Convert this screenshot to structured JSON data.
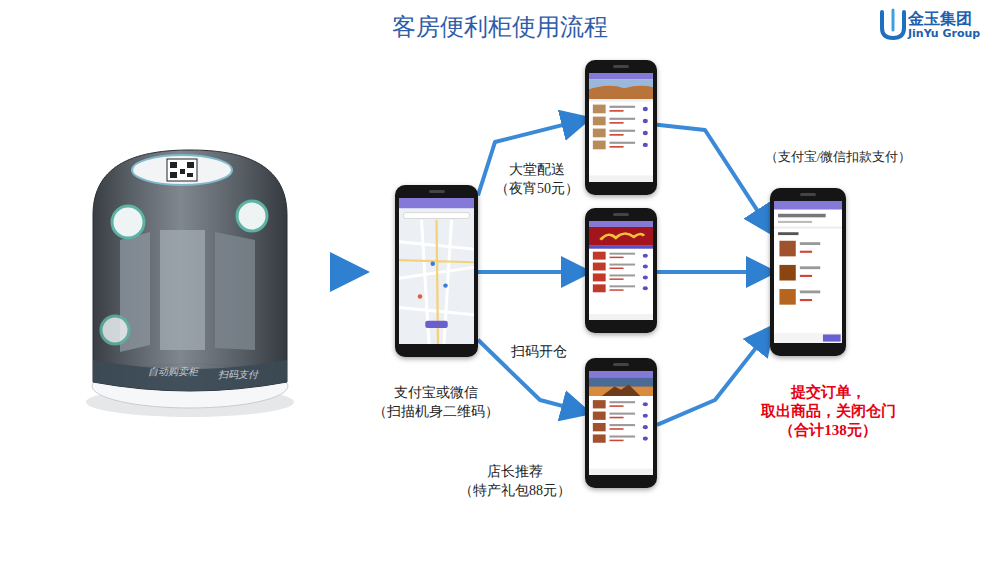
{
  "diagram": {
    "title": "客房便利柜使用流程",
    "nodes": [
      {
        "text": [
          "支付宝或微信 （扫描机身二维码）"
        ]
      },
      {
        "text": [
          "大堂配送 （夜宵50元）"
        ]
      },
      {
        "text": [
          "扫码开仓"
        ]
      },
      {
        "text": [
          "店长推荐 （特产礼包88元）"
        ]
      },
      {
        "text": [
          "（支付宝/微信扣款支付）",
          "提交订单， 取出商品，关闭仓门 （合计138元）"
        ]
      }
    ],
    "edges": [
      {
        "from": 0,
        "to": 1,
        "arrow": "to"
      },
      {
        "from": 0,
        "to": 2,
        "arrow": "to"
      },
      {
        "from": 0,
        "to": 3,
        "arrow": "to"
      },
      {
        "from": 1,
        "to": 4,
        "arrow": "to"
      },
      {
        "from": 2,
        "to": 4,
        "arrow": "to"
      },
      {
        "from": 3,
        "to": 4,
        "arrow": "to"
      }
    ],
    "labels": [
      "金玉集团",
      "JinYu Group",
      "自动购卖柜",
      "扫码支付"
    ]
  }
}
